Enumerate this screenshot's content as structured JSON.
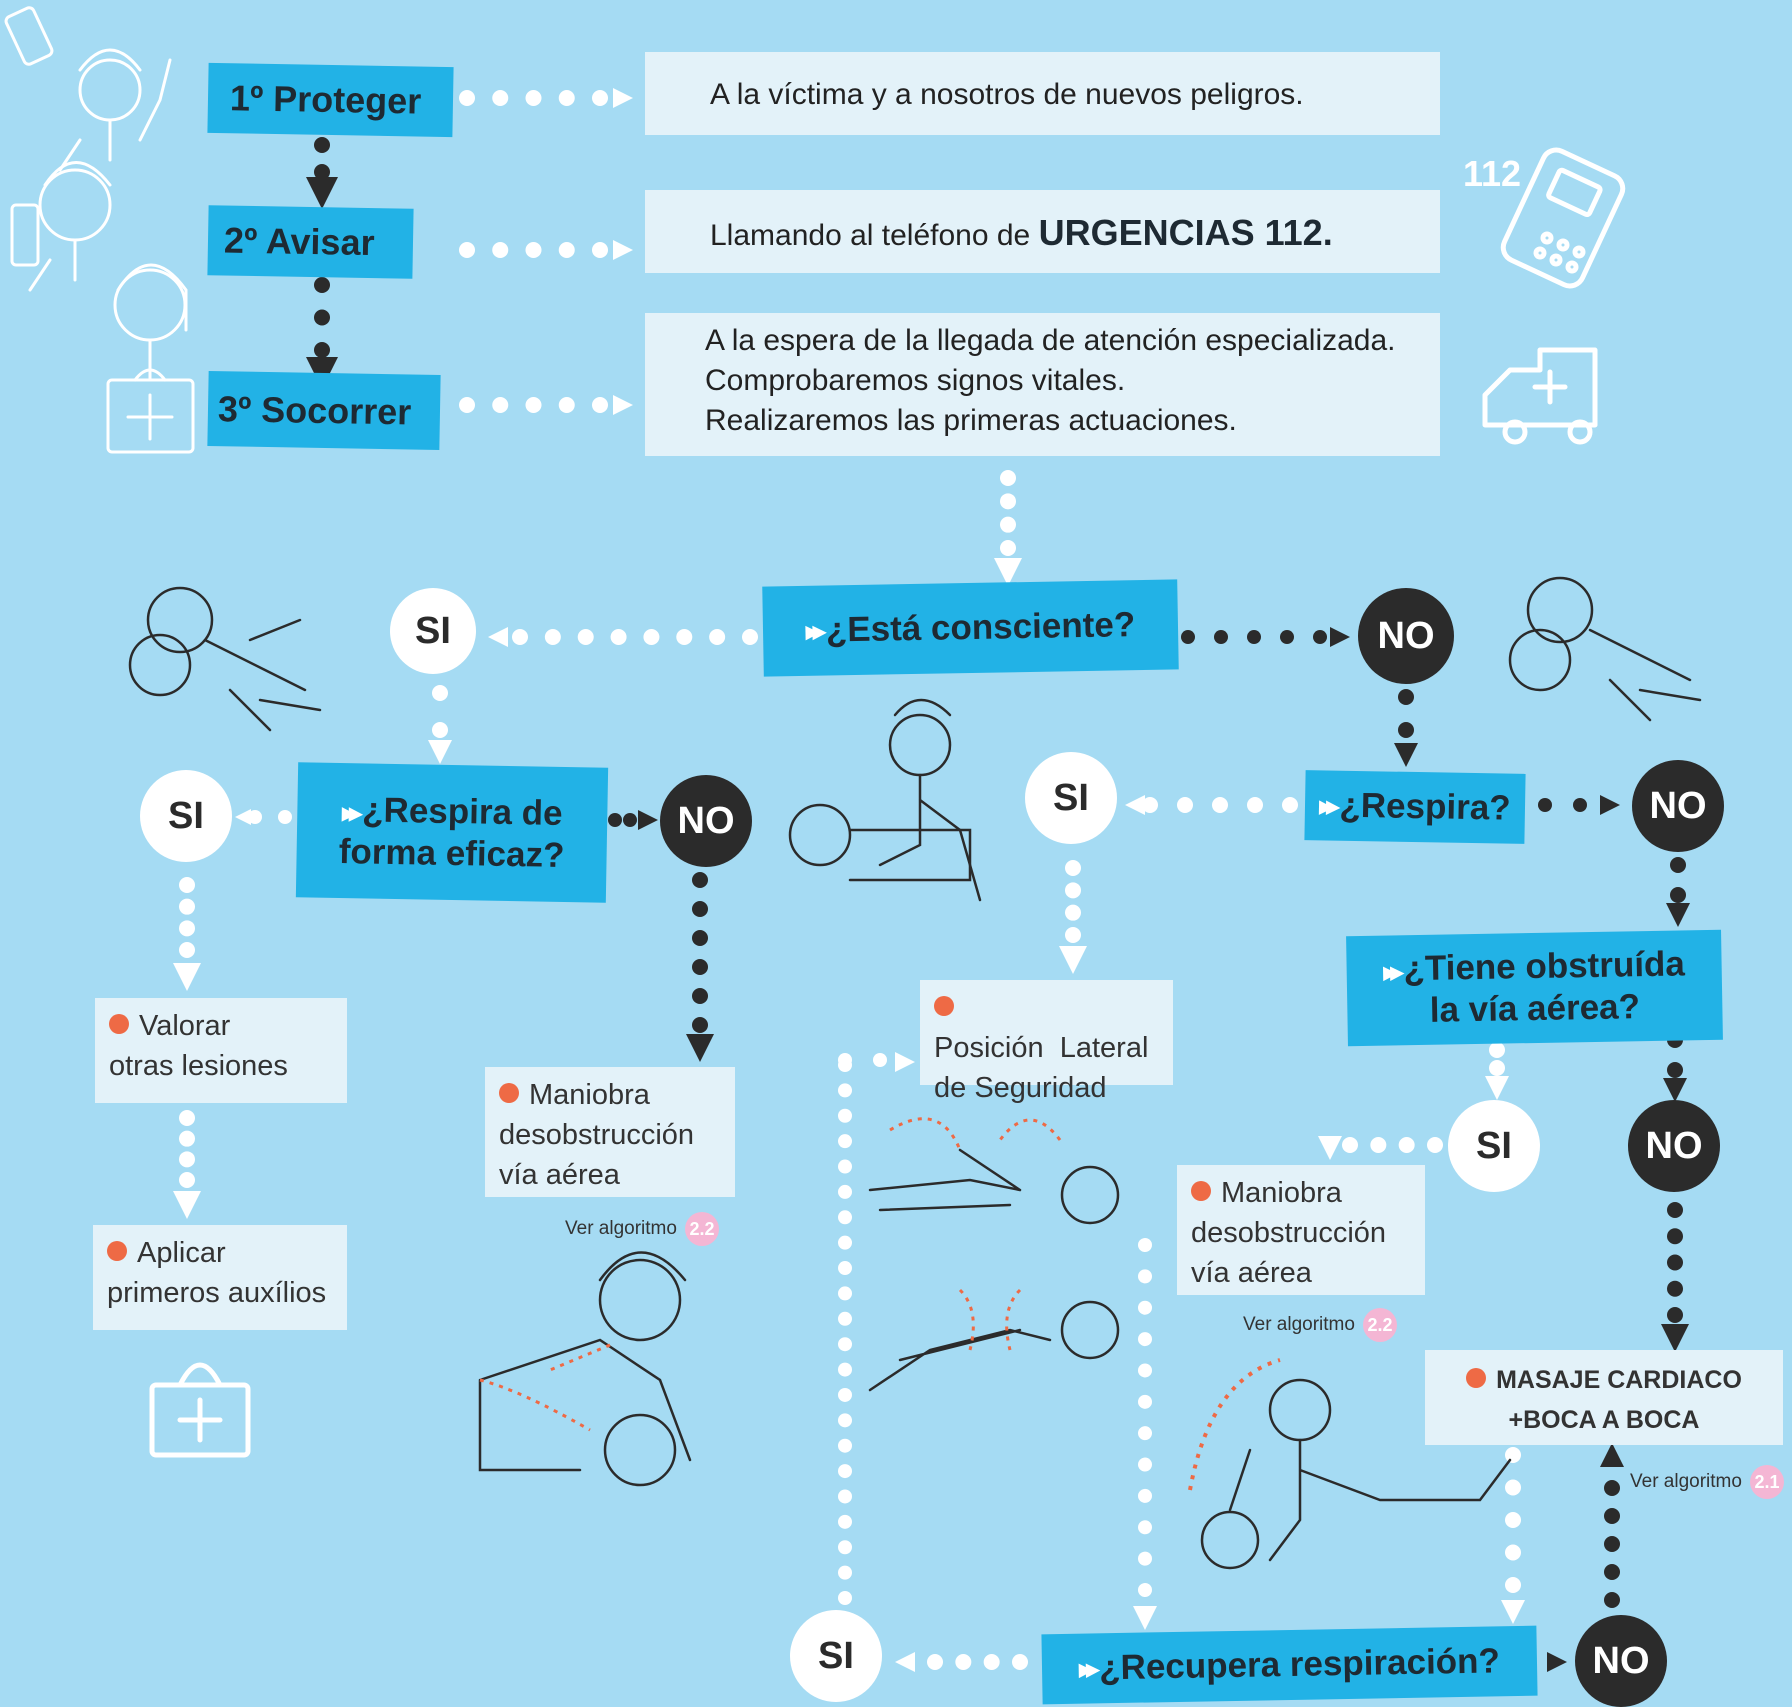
{
  "steps": [
    {
      "label": "1º Proteger",
      "description": "A la víctima y a nosotros de nuevos peligros."
    },
    {
      "label": "2º Avisar",
      "description_prefix": "Llamando al teléfono de ",
      "description_strong": "URGENCIAS 112."
    },
    {
      "label": "3º Socorrer",
      "description_lines": [
        "A la espera de la llegada de atención especializada.",
        "Comprobaremos signos vitales.",
        "Realizaremos las primeras actuaciones."
      ]
    }
  ],
  "phone_number": "112",
  "questions": {
    "consciente": "¿Está consciente?",
    "respira_eficaz": [
      "¿Respira de",
      "forma eficaz?"
    ],
    "respira": "¿Respira?",
    "obstruida": [
      "¿Tiene obstruída",
      "la vía aérea?"
    ],
    "recupera": "¿Recupera respiración?"
  },
  "answers": {
    "yes": "SI",
    "no": "NO"
  },
  "actions": {
    "valorar": [
      "Valorar",
      "otras lesiones"
    ],
    "aplicar": [
      "Aplicar",
      "primeros auxílios"
    ],
    "maniobra": [
      "Maniobra",
      "desobstrucción",
      "vía aérea"
    ],
    "posicion": [
      "Posición  Lateral",
      "de Seguridad"
    ],
    "masaje": [
      "MASAJE CARDIACO",
      "+BOCA A BOCA"
    ]
  },
  "references": {
    "ver_algoritmo": "Ver algoritmo",
    "algoritmo_22": "2.2",
    "algoritmo_21": "2.1"
  },
  "colors": {
    "background": "#a5dbf3",
    "label_blue": "#22b2e6",
    "panel": "#e3f2f9",
    "no_circle": "#2b2b2b",
    "bullet": "#ee6a45",
    "badge": "#f4b6d4"
  }
}
